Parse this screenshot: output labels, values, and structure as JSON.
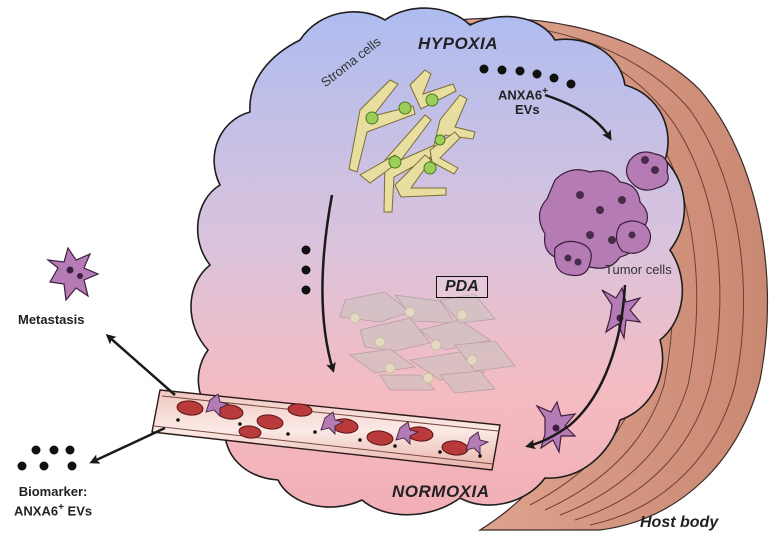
{
  "labels": {
    "hypoxia": "HYPOXIA",
    "normoxia": "NORMOXIA",
    "stroma_cells": "Stroma cells",
    "evs_line1": "ANXA6",
    "evs_sup": "+",
    "evs_line2": "EVs",
    "tumor_cells": "Tumor cells",
    "pda": "PDA",
    "metastasis": "Metastasis",
    "biomarker_line1": "Biomarker:",
    "biomarker_line2": "ANXA6",
    "biomarker_sup": "+",
    "biomarker_line3": " EVs",
    "host_body": "Host body"
  },
  "colors": {
    "hypoxia_blue": "#b4c3ef",
    "normoxia_pink": "#f4b8bd",
    "tissue_brown": "#d8a08a",
    "tissue_dark": "#b77560",
    "stroma_yellow": "#e6dc9c",
    "stroma_green": "#9ccf5a",
    "tumor_purple": "#b77ab7",
    "rbc_red": "#b83a3a",
    "vessel_wall": "#e9b7ad"
  },
  "icons": [
    "stroma-cell-cluster-icon",
    "tumor-cell-cluster-icon",
    "migrating-cell-icon",
    "blood-vessel-icon",
    "ev-dot-icon",
    "arrow-icon"
  ]
}
